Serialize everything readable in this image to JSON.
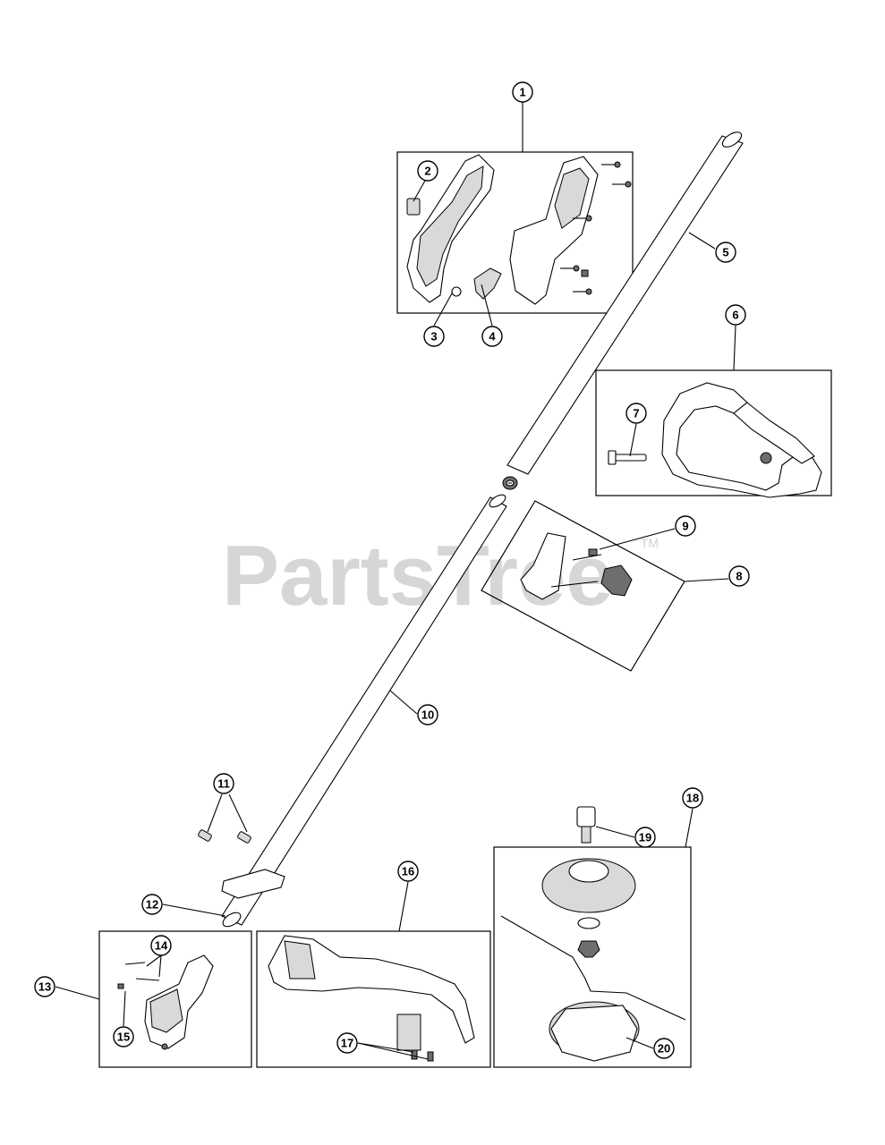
{
  "watermark": {
    "text": "PartsTree",
    "trademark": "TM"
  },
  "callouts": [
    "1",
    "2",
    "3",
    "4",
    "5",
    "6",
    "7",
    "8",
    "9",
    "10",
    "11",
    "12",
    "13",
    "14",
    "15",
    "16",
    "17",
    "18",
    "19",
    "20"
  ]
}
